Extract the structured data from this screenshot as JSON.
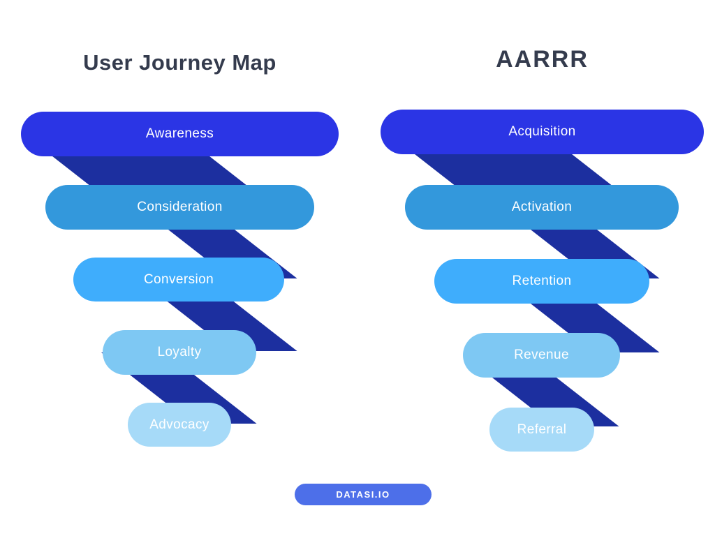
{
  "colors": {
    "background": "#ffffff",
    "title_text": "#343b4d",
    "stage_text": "#ffffff"
  },
  "funnels": [
    {
      "title": "User Journey Map",
      "connector_color": "#1c2f9f",
      "stages": [
        {
          "label": "Awareness",
          "color": "#2b35e5"
        },
        {
          "label": "Consideration",
          "color": "#3398dc"
        },
        {
          "label": "Conversion",
          "color": "#3fadfc"
        },
        {
          "label": "Loyalty",
          "color": "#7ec8f3"
        },
        {
          "label": "Advocacy",
          "color": "#a6daf8"
        }
      ]
    },
    {
      "title": "AARRR",
      "connector_color": "#1c2f9f",
      "stages": [
        {
          "label": "Acquisition",
          "color": "#2b35e5"
        },
        {
          "label": "Activation",
          "color": "#3398dc"
        },
        {
          "label": "Retention",
          "color": "#3fadfc"
        },
        {
          "label": "Revenue",
          "color": "#7ec8f3"
        },
        {
          "label": "Referral",
          "color": "#a6daf8"
        }
      ]
    }
  ],
  "badge": {
    "label": "DATASI.IO",
    "color": "#4d6fe9",
    "text_color": "#ffffff"
  }
}
